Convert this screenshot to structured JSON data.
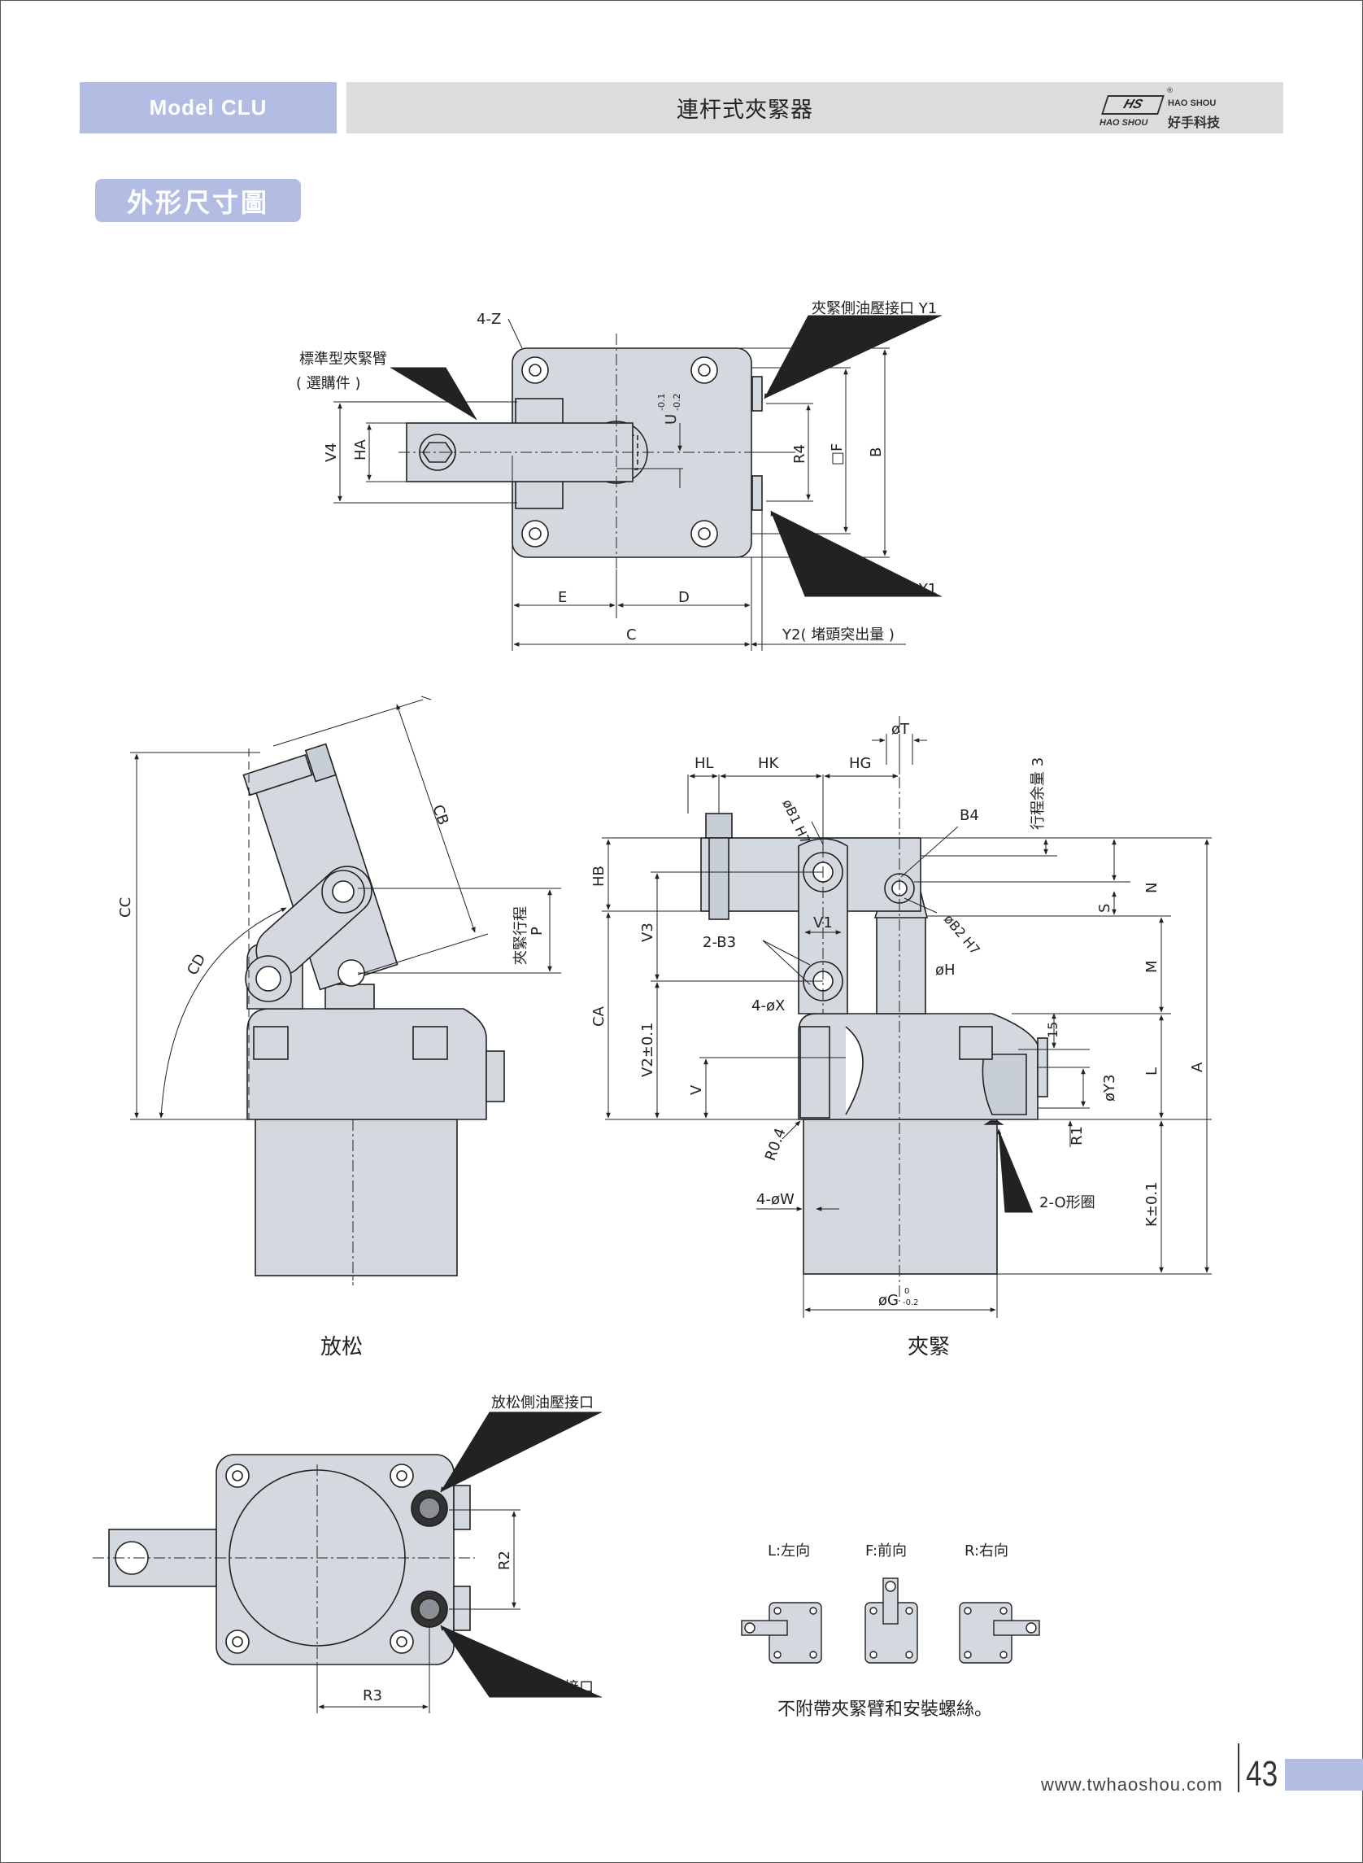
{
  "header": {
    "model_label": "Model CLU",
    "title": "連杆式夾緊器",
    "logo": {
      "mark": "HS",
      "registered": "®",
      "brand_en": "HAO SHOU",
      "brand_en2": "HAO SHOU",
      "brand_zh": "好手科技"
    }
  },
  "section_title": "外形尺寸圖",
  "top_view": {
    "labels": {
      "four_z": "4-Z",
      "std_arm_line1": "標準型夾緊臂",
      "std_arm_line2": "( 選購件 )",
      "clamp_port": "夾緊側油壓接口 Y1",
      "release_port": "放松側油壓接口 Y1",
      "v4": "V4",
      "ha": "HA",
      "u": "U",
      "u_tol_upper": "-0.1",
      "u_tol_lower": "-0.2",
      "r4": "R4",
      "f": "□F",
      "b": "B",
      "e": "E",
      "d": "D",
      "c": "C",
      "y2": "Y2( 堵頭突出量 )"
    }
  },
  "left_view": {
    "labels": {
      "cc": "CC",
      "cd": "CD",
      "cb": "CB",
      "stroke": "夾緊行程",
      "p": "P"
    },
    "caption": "放松"
  },
  "right_view": {
    "labels": {
      "hl": "HL",
      "hk": "HK",
      "hg": "HG",
      "t": "øT",
      "travel_margin": "行程余量 3",
      "b1": "øB1 H7",
      "b4": "B4",
      "hb": "HB",
      "n": "N",
      "s": "S",
      "m": "M",
      "v3": "V3",
      "v1": "V1",
      "two_b3": "2-B3",
      "b2": "øB2 H7",
      "h": "øH",
      "ca": "CA",
      "four_x": "4-øX",
      "fifteen": "15",
      "v2": "V2±0.1",
      "v": "V",
      "y3": "øY3",
      "l": "L",
      "a": "A",
      "r04": "R0.4",
      "r1": "R1",
      "o_ring": "2-O形圈",
      "four_w": "4-øW",
      "k": "K±0.1",
      "g": "øG",
      "g_tol_upper": "0",
      "g_tol_lower": "-0.2"
    },
    "caption": "夾緊"
  },
  "bottom_view": {
    "labels": {
      "release_port": "放松側油壓接口",
      "clamp_port": "夾緊側油壓接口",
      "r2": "R2",
      "r3": "R3"
    }
  },
  "orientation": {
    "left_label": "L:左向",
    "front_label": "F:前向",
    "right_label": "R:右向",
    "note": "不附帶夾緊臂和安裝螺絲。"
  },
  "footer": {
    "url": "www.twhaoshou.com",
    "page_number": "43"
  },
  "colors": {
    "accent": "#b3bde3",
    "header_bar": "#dcdcdc",
    "body_fill": "#d3d9df"
  }
}
